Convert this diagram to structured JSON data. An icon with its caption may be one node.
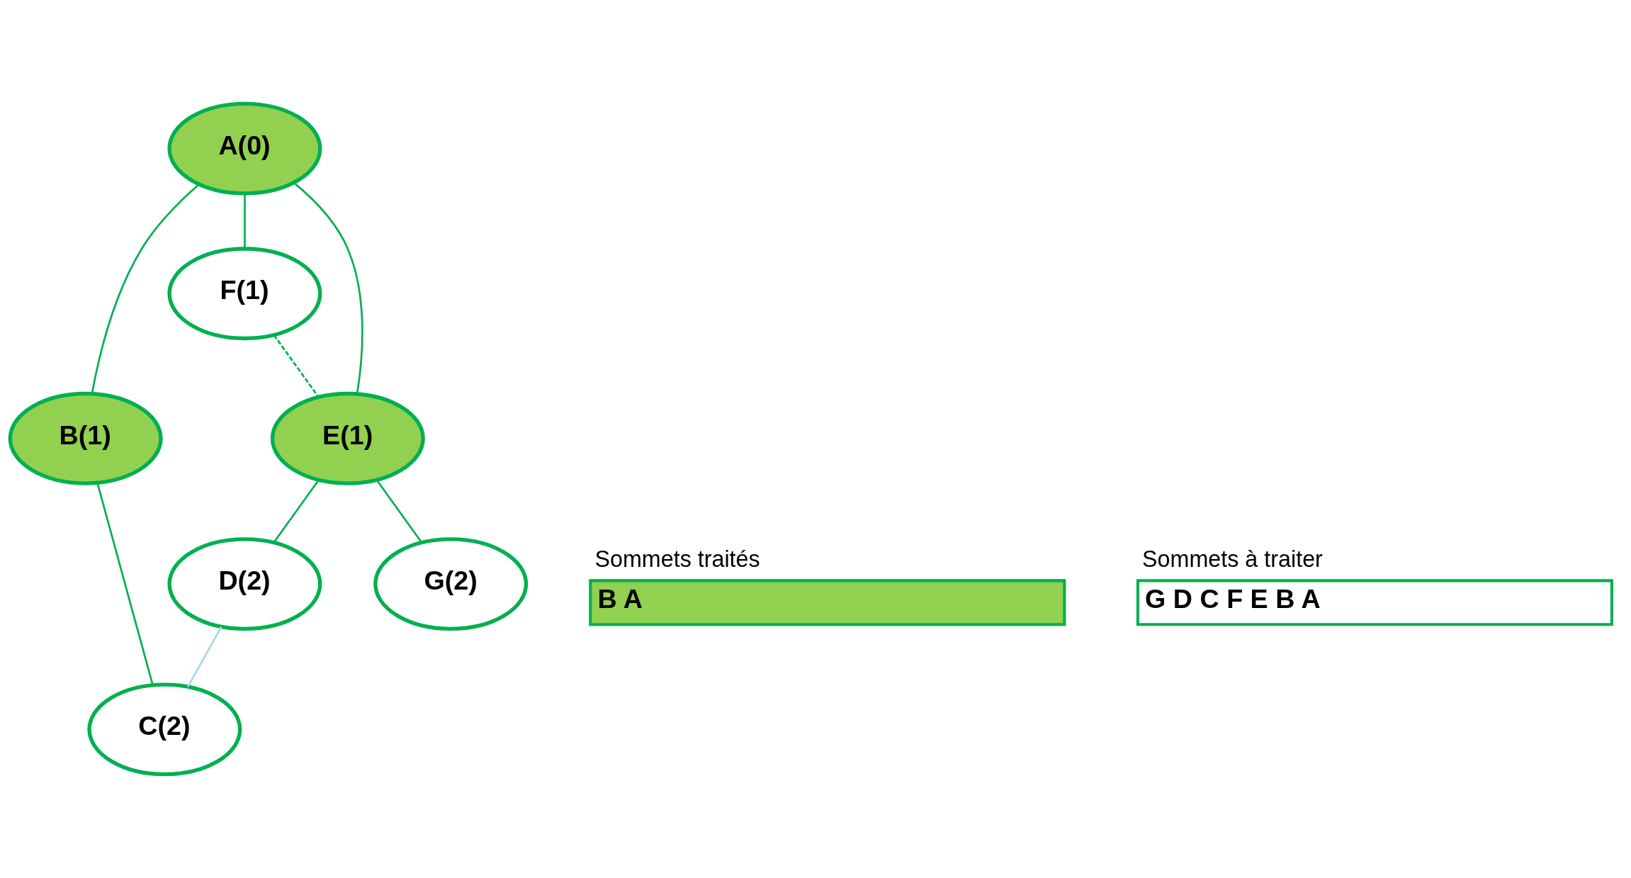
{
  "diagram": {
    "nodes": [
      {
        "text": [
          "A(0)"
        ]
      },
      {
        "text": [
          "B(1)"
        ]
      },
      {
        "text": [
          "F(1)"
        ]
      },
      {
        "text": [
          "E(1)"
        ]
      },
      {
        "text": [
          "C(2)"
        ]
      },
      {
        "text": [
          "D(2)"
        ]
      },
      {
        "text": [
          "G(2)"
        ]
      },
      {
        "text": [
          "Sommets traités",
          "B A"
        ]
      },
      {
        "text": [
          "Sommets à traiter",
          "G D C F E B A"
        ]
      }
    ],
    "edges": [
      {
        "from": 0,
        "to": 2,
        "arrow": "none"
      },
      {
        "from": 0,
        "to": 1,
        "arrow": "none"
      },
      {
        "from": 0,
        "to": 3,
        "arrow": "none"
      },
      {
        "from": 2,
        "to": 3,
        "arrow": "none",
        "style": "dashed"
      },
      {
        "from": 1,
        "to": 4,
        "arrow": "none"
      },
      {
        "from": 3,
        "to": 6,
        "arrow": "none"
      },
      {
        "from": 3,
        "to": 5,
        "arrow": "none"
      },
      {
        "from": 5,
        "to": 4,
        "arrow": "none",
        "color": "#a8d8e0"
      }
    ]
  }
}
